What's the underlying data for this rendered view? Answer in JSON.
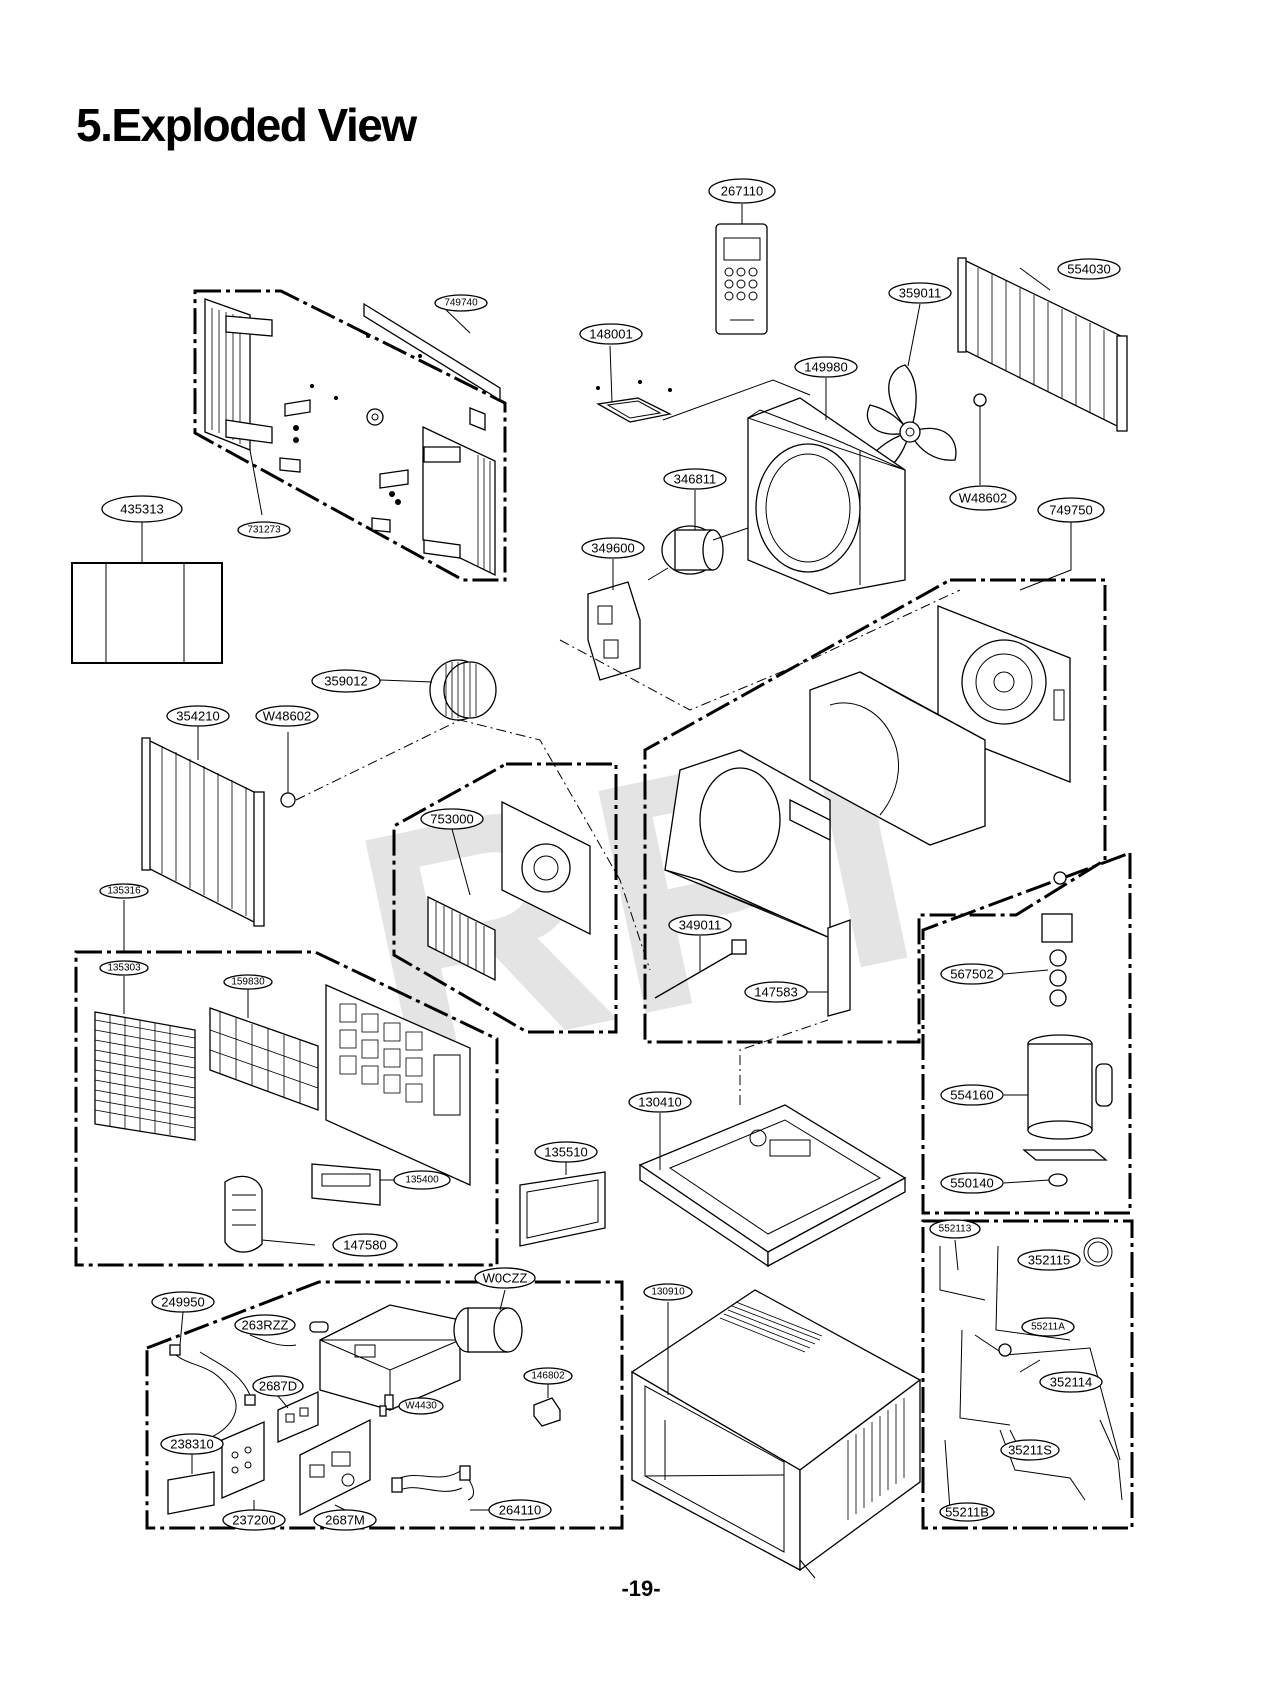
{
  "page": {
    "title": "5.Exploded View",
    "page_number": "-19-",
    "watermark": "RPI"
  },
  "labels": {
    "l267110": "267110",
    "l554030": "554030",
    "l359011": "359011",
    "l148001": "148001",
    "l149980": "149980",
    "l749740": "749740",
    "l731273": "731273",
    "l435313": "435313",
    "l346811": "346811",
    "l349600": "349600",
    "lW48602a": "W48602",
    "l749750": "749750",
    "l359012": "359012",
    "l354210": "354210",
    "lW48602b": "W48602",
    "l753000": "753000",
    "l135316": "135316",
    "l135303": "135303",
    "l159830": "159830",
    "l349011": "349011",
    "l147583": "147583",
    "l567502": "567502",
    "l554160": "554160",
    "l550140": "550140",
    "l130410": "130410",
    "l135510": "135510",
    "l135400": "135400",
    "l147580": "147580",
    "l552113": "552113",
    "l352115": "352115",
    "l55211A": "55211A",
    "l352114": "352114",
    "l35211S": "35211S",
    "l55211B": "55211B",
    "l249950": "249950",
    "l263RZZ": "263RZZ",
    "lW0CZZ": "W0CZZ",
    "l2687D": "2687D",
    "lW4430": "W4430",
    "l146802": "146802",
    "l238310": "238310",
    "l237200": "237200",
    "l2687M": "2687M",
    "l264110": "264110",
    "l130910": "130910"
  }
}
